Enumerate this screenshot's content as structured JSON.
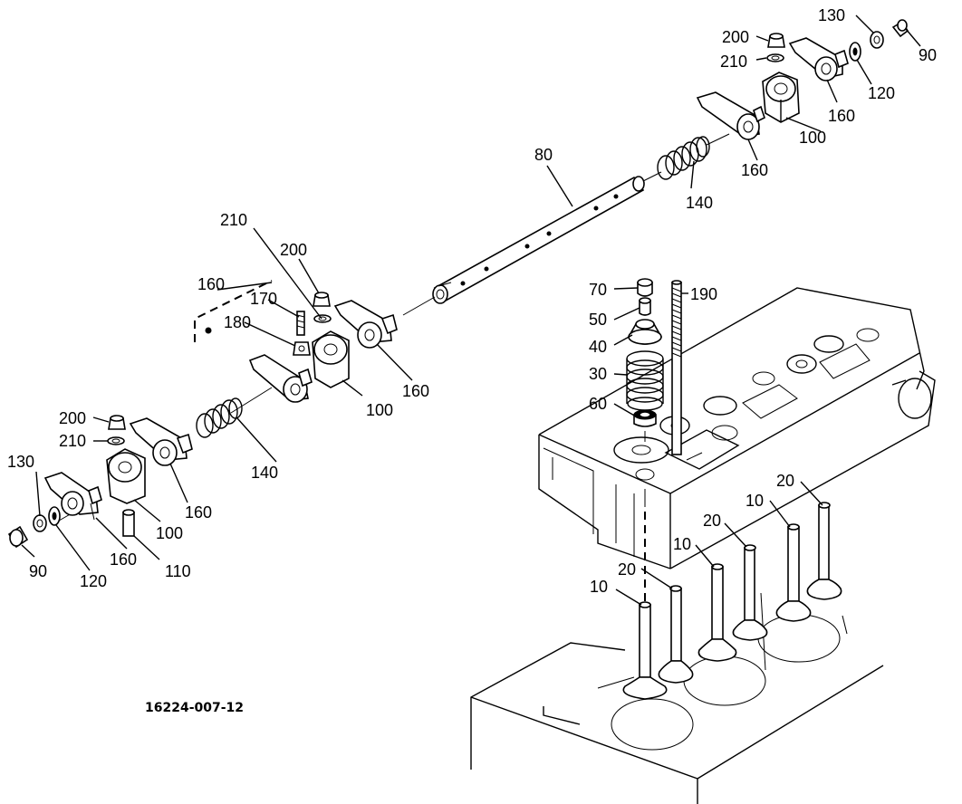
{
  "drawing": {
    "reference_code": "16224-007-12",
    "callouts": [
      {
        "id": "c-130-right",
        "label": "130"
      },
      {
        "id": "c-90-right",
        "label": "90"
      },
      {
        "id": "c-200-right",
        "label": "200"
      },
      {
        "id": "c-210-right",
        "label": "210"
      },
      {
        "id": "c-120-right",
        "label": "120"
      },
      {
        "id": "c-160-right-a",
        "label": "160"
      },
      {
        "id": "c-100-right",
        "label": "100"
      },
      {
        "id": "c-160-right-b",
        "label": "160"
      },
      {
        "id": "c-140-right",
        "label": "140"
      },
      {
        "id": "c-80",
        "label": "80"
      },
      {
        "id": "c-210-mid",
        "label": "210"
      },
      {
        "id": "c-200-mid",
        "label": "200"
      },
      {
        "id": "c-160-mid-a",
        "label": "160"
      },
      {
        "id": "c-170",
        "label": "170"
      },
      {
        "id": "c-180",
        "label": "180"
      },
      {
        "id": "c-160-mid-b",
        "label": "160"
      },
      {
        "id": "c-100-mid",
        "label": "100"
      },
      {
        "id": "c-140-left",
        "label": "140"
      },
      {
        "id": "c-200-left",
        "label": "200"
      },
      {
        "id": "c-210-left",
        "label": "210"
      },
      {
        "id": "c-130-left",
        "label": "130"
      },
      {
        "id": "c-160-left-a",
        "label": "160"
      },
      {
        "id": "c-100-left",
        "label": "100"
      },
      {
        "id": "c-160-left-b",
        "label": "160"
      },
      {
        "id": "c-110",
        "label": "110"
      },
      {
        "id": "c-90-left",
        "label": "90"
      },
      {
        "id": "c-120-left",
        "label": "120"
      },
      {
        "id": "c-70",
        "label": "70"
      },
      {
        "id": "c-190",
        "label": "190"
      },
      {
        "id": "c-50",
        "label": "50"
      },
      {
        "id": "c-40",
        "label": "40"
      },
      {
        "id": "c-30",
        "label": "30"
      },
      {
        "id": "c-60",
        "label": "60"
      },
      {
        "id": "c-20-a",
        "label": "20"
      },
      {
        "id": "c-10-a",
        "label": "10"
      },
      {
        "id": "c-20-b",
        "label": "20"
      },
      {
        "id": "c-10-b",
        "label": "10"
      },
      {
        "id": "c-20-c",
        "label": "20"
      },
      {
        "id": "c-10-c",
        "label": "10"
      }
    ]
  }
}
